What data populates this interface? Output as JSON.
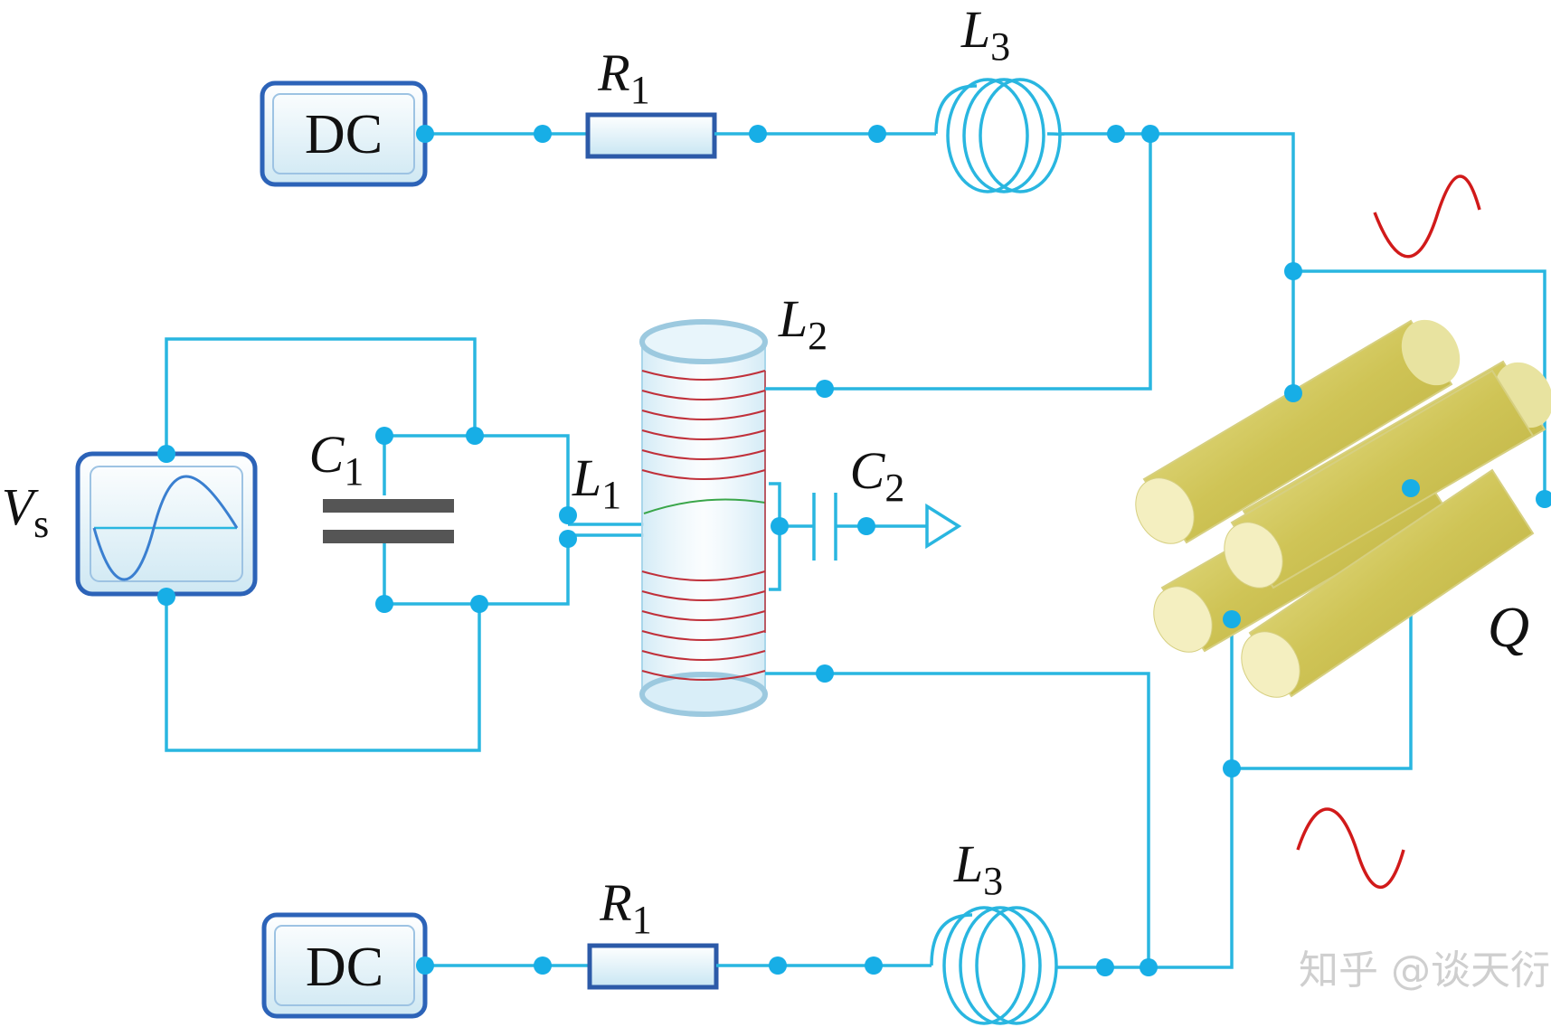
{
  "sources": {
    "dc_top": "DC",
    "dc_bottom": "DC"
  },
  "labels": {
    "r1_top": "R",
    "r1_top_sub": "1",
    "r1_bottom": "R",
    "r1_bottom_sub": "1",
    "l3_top": "L",
    "l3_top_sub": "3",
    "l3_bottom": "L",
    "l3_bottom_sub": "3",
    "l2": "L",
    "l2_sub": "2",
    "l1": "L",
    "l1_sub": "1",
    "c1": "C",
    "c1_sub": "1",
    "c2": "C",
    "c2_sub": "2",
    "vs": "V",
    "vs_sub": "s",
    "q": "Q"
  },
  "watermark": "知乎 @谈天衍",
  "colors": {
    "wire": "#29b6e0",
    "node": "#17aee6",
    "rod": "#d8d070",
    "coil_secondary": "#c0303a",
    "coil_primary": "#3aa64a",
    "waveform": "#d11a1a"
  }
}
